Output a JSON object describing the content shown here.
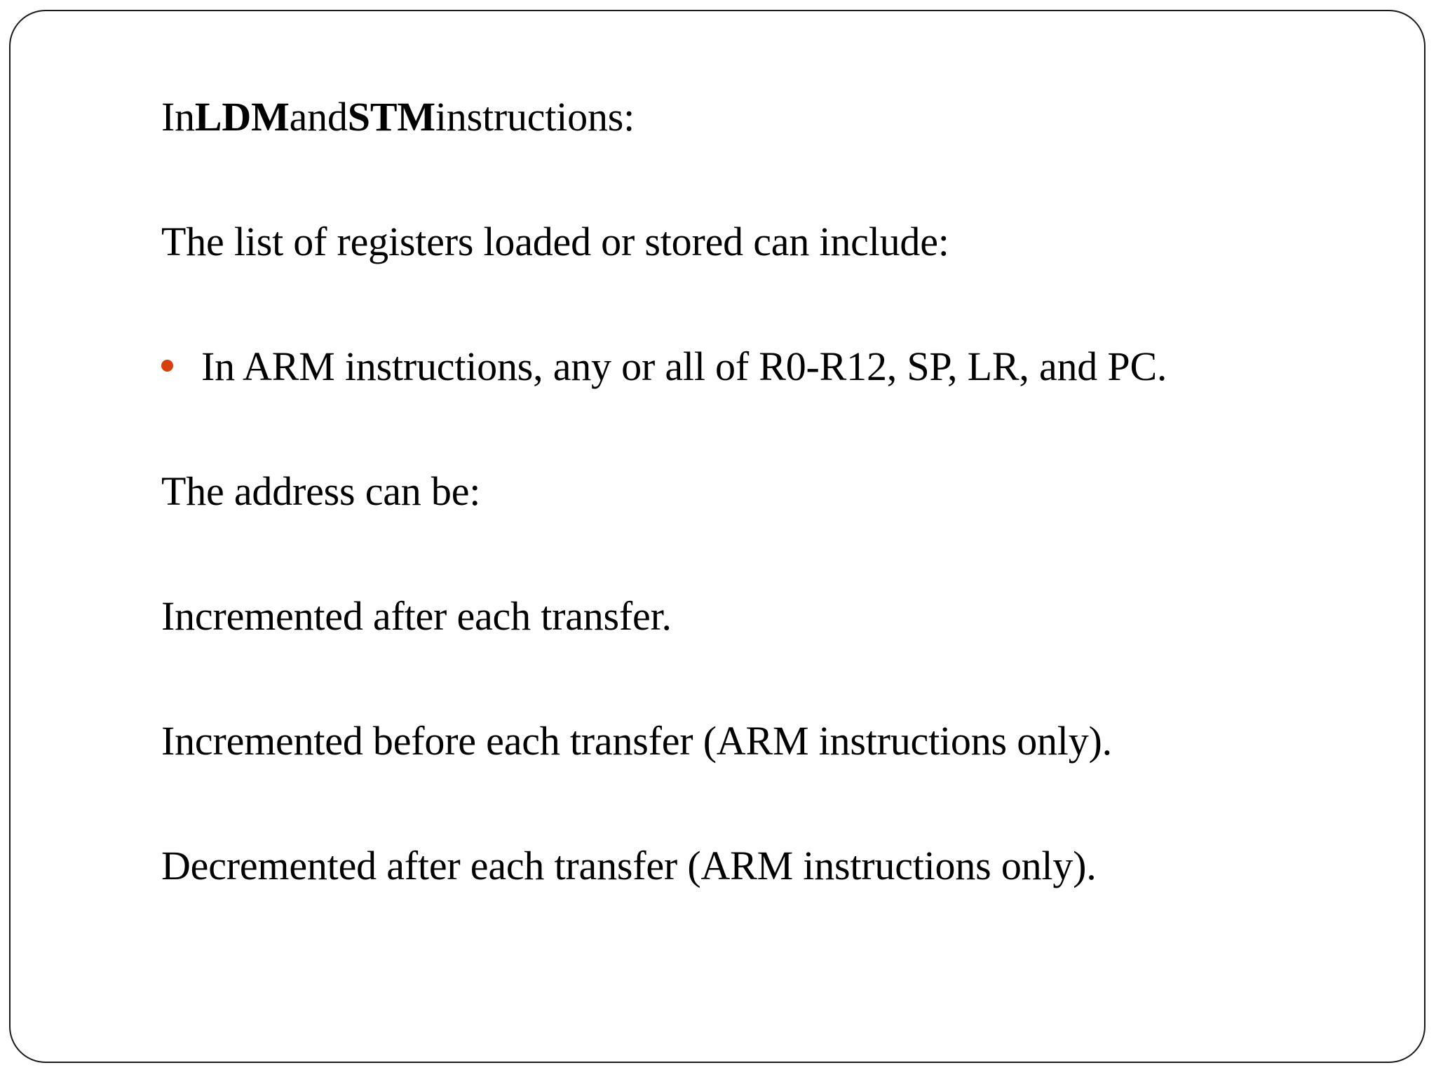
{
  "slide": {
    "border_color": "#1a1a1a",
    "background_color": "#ffffff",
    "text_color": "#000000",
    "bullet_color": "#d6400f",
    "lines": [
      {
        "id": "intro",
        "segments": [
          {
            "text": "In ",
            "bold": false
          },
          {
            "text": "LDM",
            "bold": true
          },
          {
            "text": " and ",
            "bold": false
          },
          {
            "text": "STM",
            "bold": true
          },
          {
            "text": " instructions:",
            "bold": false
          }
        ],
        "plain": "In LDM and STM instructions:"
      },
      {
        "id": "register-list-heading",
        "plain": "The list of registers loaded or stored can include:"
      },
      {
        "id": "arm-registers-bullet",
        "bullet": true,
        "plain": "In ARM instructions, any or all of R0-R12, SP, LR, and PC."
      },
      {
        "id": "address-heading",
        "plain": "The address can be:"
      },
      {
        "id": "increment-after",
        "plain": "Incremented after each transfer."
      },
      {
        "id": "increment-before",
        "plain": "Incremented before each transfer (ARM instructions only)."
      },
      {
        "id": "decrement-after",
        "plain": "Decremented after each transfer (ARM instructions only)."
      }
    ]
  }
}
